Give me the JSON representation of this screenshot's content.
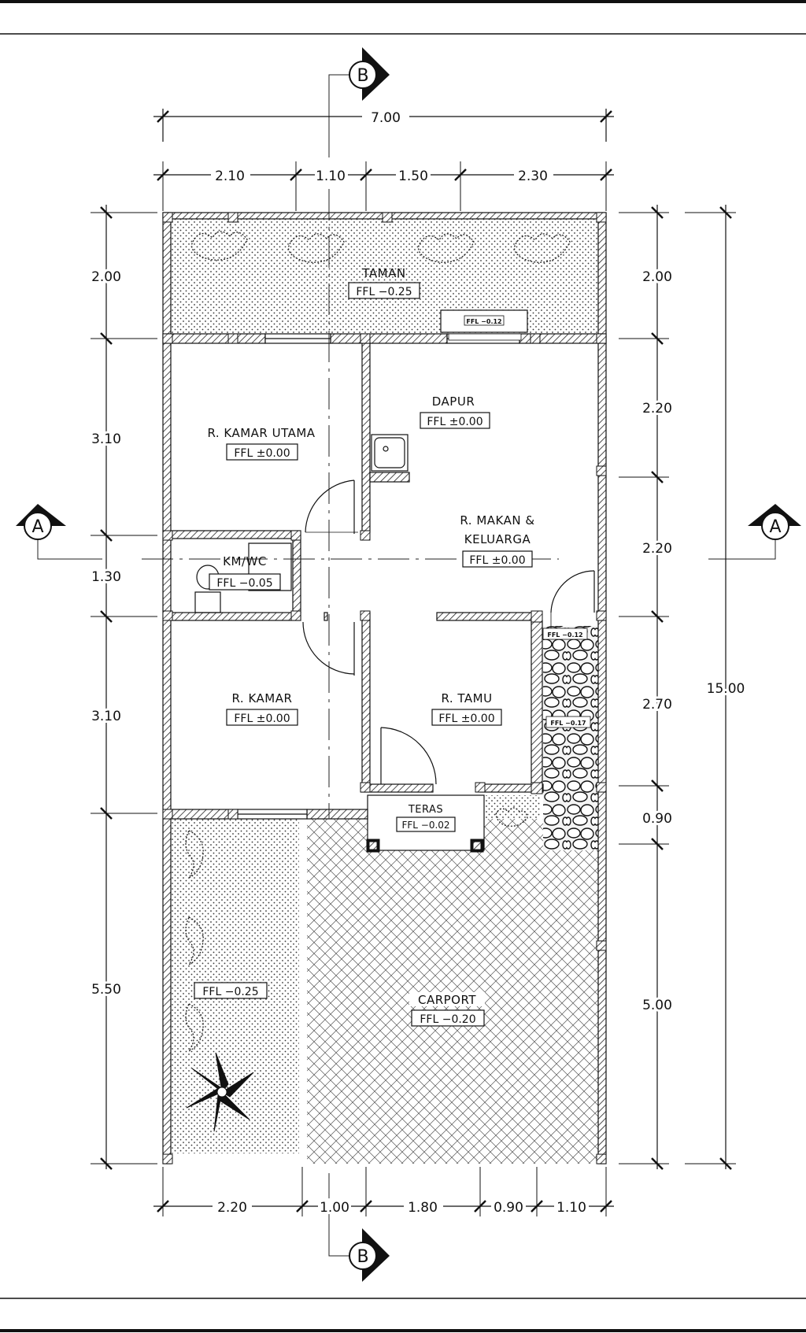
{
  "plan": {
    "section_markers": {
      "a": "A",
      "b": "B"
    },
    "dims_top": {
      "overall": "7.00",
      "d1": "2.10",
      "d2": "1.10",
      "d3": "1.50",
      "d4": "2.30"
    },
    "dims_bottom": {
      "d1": "2.20",
      "d2": "1.00",
      "d3": "1.80",
      "d4": "0.90",
      "d5": "1.10"
    },
    "dims_left": {
      "d1": "2.00",
      "d2": "3.10",
      "d3": "1.30",
      "d4": "3.10",
      "d5": "5.50"
    },
    "dims_right": {
      "d1": "2.00",
      "d2": "2.20",
      "d3": "2.20",
      "d4": "2.70",
      "d5": "0.90",
      "d6": "5.00",
      "overall": "15.00"
    },
    "rooms": {
      "taman": {
        "name": "TAMAN",
        "ffl": "FFL −0.25"
      },
      "taman_step": {
        "ffl": "FFL −0.12"
      },
      "dapur": {
        "name": "DAPUR",
        "ffl": "FFL ±0.00"
      },
      "kamar_utama": {
        "name": "R. KAMAR UTAMA",
        "ffl": "FFL ±0.00"
      },
      "makan": {
        "name1": "R. MAKAN &",
        "name2": "KELUARGA",
        "ffl": "FFL ±0.00"
      },
      "kmwc": {
        "name": "KM/WC",
        "ffl": "FFL −0.05"
      },
      "kamar": {
        "name": "R. KAMAR",
        "ffl": "FFL ±0.00"
      },
      "tamu": {
        "name": "R. TAMU",
        "ffl": "FFL ±0.00"
      },
      "teras": {
        "name": "TERAS",
        "ffl": "FFL −0.02"
      },
      "side_step": {
        "ffl": "FFL −0.12"
      },
      "side_path": {
        "ffl": "FFL −0.17"
      },
      "garden_front": {
        "ffl": "FFL −0.25"
      },
      "carport": {
        "name": "CARPORT",
        "ffl": "FFL −0.20"
      }
    }
  }
}
